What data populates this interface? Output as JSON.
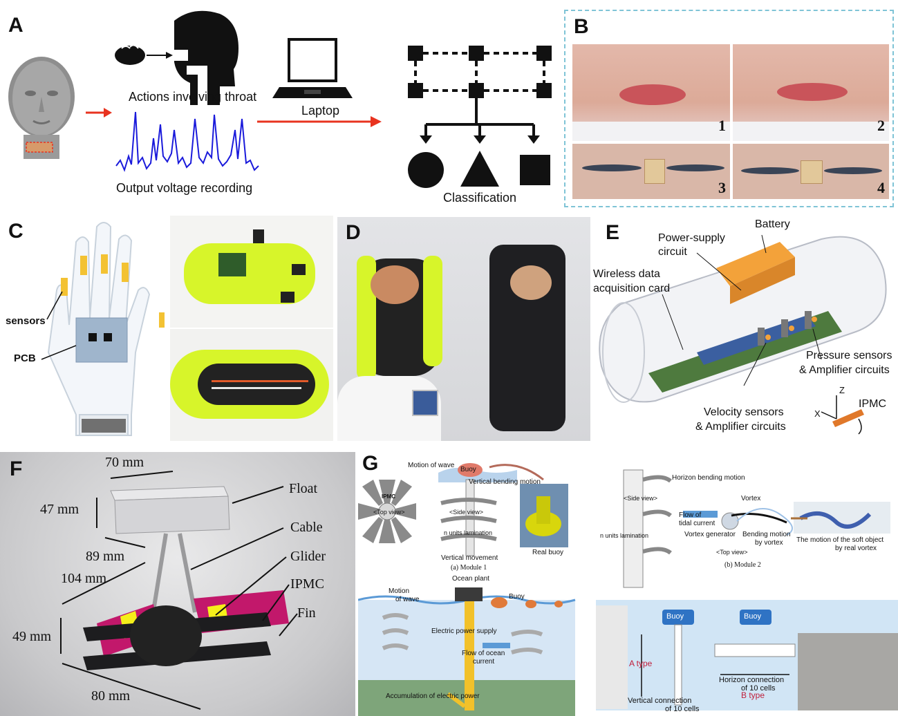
{
  "panels": {
    "A": {
      "label": "A",
      "throat_caption": "Actions involving throat",
      "laptop_caption": "Laptop",
      "voltage_caption": "Output voltage recording",
      "classification_caption": "Classification"
    },
    "B": {
      "label": "B",
      "frames": [
        "1",
        "2",
        "3",
        "4"
      ]
    },
    "C": {
      "label": "C",
      "sensors": "sensors",
      "pcb": "PCB"
    },
    "D": {
      "label": "D"
    },
    "E": {
      "label": "E",
      "battery": "Battery",
      "power_supply_1": "Power-supply",
      "power_supply_2": "circuit",
      "wireless_1": "Wireless data",
      "wireless_2": "acquisition card",
      "pressure_1": "Pressure sensors",
      "pressure_2": "& Amplifier circuits",
      "velocity_1": "Velocity sensors",
      "velocity_2": "& Amplifier circuits",
      "ipmc": "IPMC",
      "axis_z": "Z",
      "axis_x": "X"
    },
    "F": {
      "label": "F",
      "dim_70": "70 mm",
      "dim_47": "47 mm",
      "dim_89": "89 mm",
      "dim_104": "104 mm",
      "dim_49": "49 mm",
      "dim_80": "80 mm",
      "float": "Float",
      "cable": "Cable",
      "glider": "Glider",
      "ipmc": "IPMC",
      "fin": "Fin"
    },
    "G": {
      "label": "G",
      "motion_of_wave": "Motion of wave",
      "buoy": "Buoy",
      "vertical_bending": "Vertical bending motion",
      "ipmc": "IPMC",
      "top_view": "<Top view>",
      "side_view": "<Side view>",
      "n_units": "n units lamination",
      "vertical_movement": "Vertical movement",
      "module1": "(a) Module 1",
      "real_buoy": "Real buoy",
      "horizon_bending": "Horizon bending motion",
      "side_view_2": "<Side view>",
      "vortex": "Vortex",
      "flow_tidal_1": "Flow of",
      "flow_tidal_2": "tidal current",
      "vortex_generator": "Vortex generator",
      "bending_by_vortex_1": "Bending motion",
      "bending_by_vortex_2": "by vortex",
      "top_view_2": "<Top view>",
      "n_units_2": "n units lamination",
      "module2": "(b) Module 2",
      "soft_object_1": "The motion of the soft object",
      "soft_object_2": "by real vortex",
      "motion_of_wave_2a": "Motion",
      "motion_of_wave_2b": "of wave",
      "ocean_plant": "Ocean plant",
      "buoy_2": "Buoy",
      "electric_supply": "Electric power supply",
      "flow_ocean_1": "Flow of ocean",
      "flow_ocean_2": "current",
      "accumulation": "Accumulation of electric power",
      "buoy_a": "Buoy",
      "buoy_b": "Buoy",
      "a_type": "A type",
      "b_type": "B type",
      "vertical_connection_1": "Vertical connection",
      "vertical_connection_2": "of 10 cells",
      "horizon_connection_1": "Horizon connection",
      "horizon_connection_2": "of 10 cells"
    }
  },
  "colors": {
    "accent_red": "#e8331f",
    "signal_blue": "#1a1adb",
    "dash_border": "#7fc4d6",
    "glove_yellow": "#d7f52a",
    "battery_orange": "#f3a23a",
    "fin_magenta": "#c2186b",
    "sea_blue": "#5b9ad6"
  }
}
